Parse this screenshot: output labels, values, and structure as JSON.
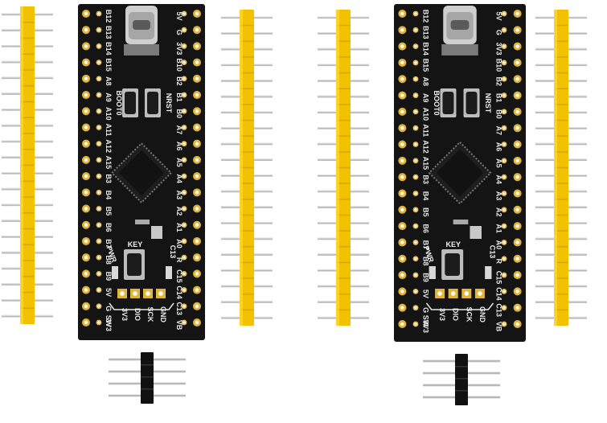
{
  "image": {
    "colors": {
      "background": "#ffffff",
      "pcb": "#141414",
      "header_plastic": "#f2c200",
      "pin_metal": "#b8b8b8",
      "silkscreen": "#e8e8e8",
      "usb_metal": "#cfcfcf"
    },
    "boards": [
      {
        "left_labels": [
          "B12",
          "B13",
          "B14",
          "B15",
          "A8",
          "A9",
          "A10",
          "A11",
          "A12",
          "A15",
          "B3",
          "B4",
          "B5",
          "B6",
          "B7",
          "B8",
          "B9",
          "5V",
          "G",
          "3V3"
        ],
        "right_labels": [
          "5V",
          "G",
          "3V3",
          "B10",
          "B2",
          "B1",
          "B0",
          "A7",
          "A6",
          "A5",
          "A4",
          "A3",
          "A2",
          "A1",
          "A0",
          "R",
          "C15",
          "C14",
          "C13",
          "VB"
        ],
        "button_left": "BOOT0",
        "button_right": "NRST",
        "key_label": "KEY",
        "pwr_label": "PWR",
        "led_label": "C13",
        "swd_labels": [
          "3V3",
          "DIO",
          "SCK",
          "GND"
        ],
        "sw_label": "SW"
      },
      {
        "left_labels": [
          "B12",
          "B13",
          "B14",
          "B15",
          "A8",
          "A9",
          "A10",
          "A11",
          "A12",
          "A15",
          "B3",
          "B4",
          "B5",
          "B6",
          "B7",
          "B8",
          "B9",
          "5V",
          "G",
          "3V3"
        ],
        "right_labels": [
          "5V",
          "G",
          "3V3",
          "B10",
          "B2",
          "B1",
          "B0",
          "A7",
          "A6",
          "A5",
          "A4",
          "A3",
          "A2",
          "A1",
          "A0",
          "R",
          "C15",
          "C14",
          "C13",
          "VB"
        ],
        "button_left": "BOOT0",
        "button_right": "NRST",
        "key_label": "KEY",
        "pwr_label": "PWR",
        "led_label": "C13",
        "swd_labels": [
          "3V3",
          "DIO",
          "SCK",
          "GND"
        ],
        "sw_label": "SW"
      }
    ],
    "pin_header_count": 20,
    "small_header_count": 4
  }
}
